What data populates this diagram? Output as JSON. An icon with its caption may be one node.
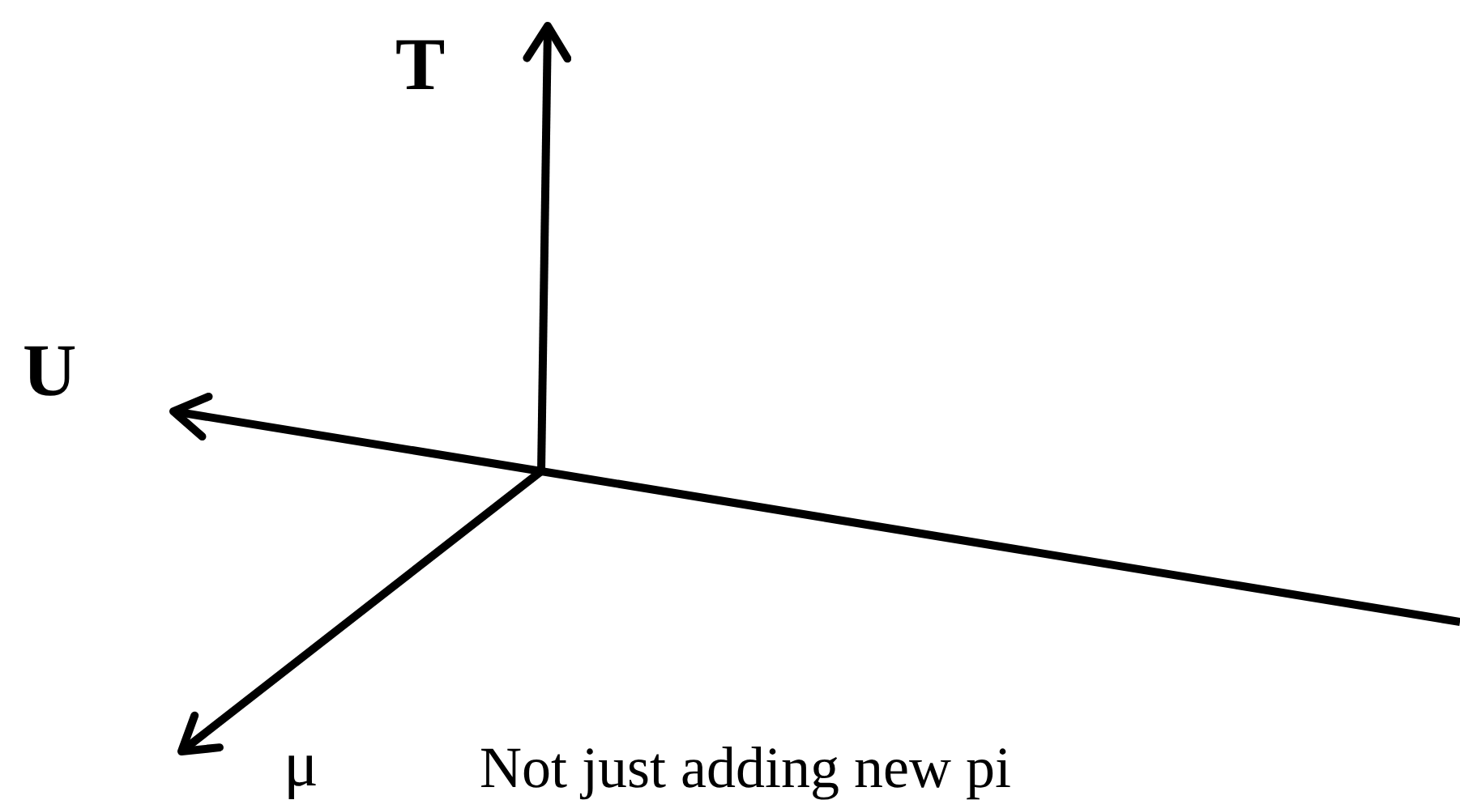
{
  "diagram": {
    "labels": [
      "T",
      "U",
      "μ",
      "Not just adding new pi"
    ]
  }
}
